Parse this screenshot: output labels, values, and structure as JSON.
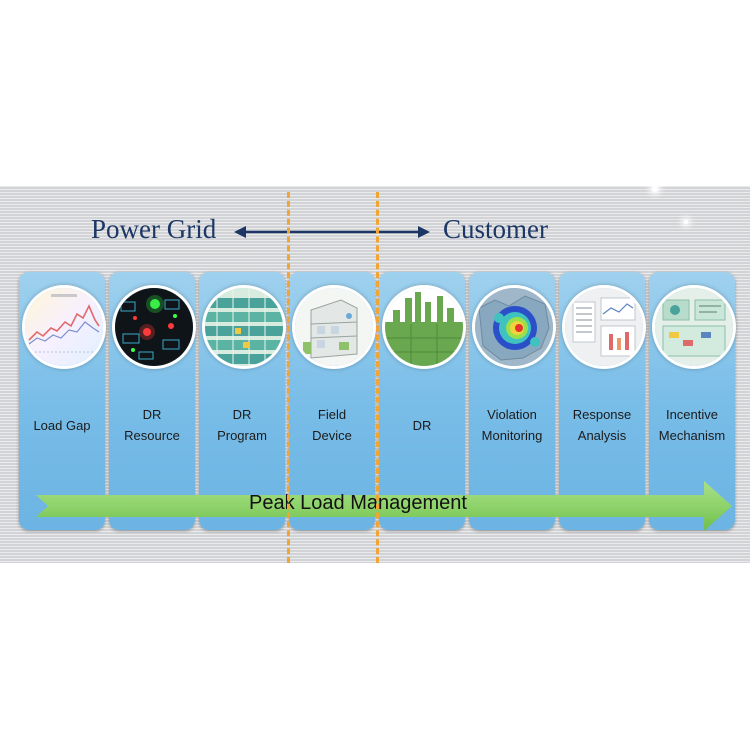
{
  "header": {
    "left_label": "Power Grid",
    "right_label": "Customer"
  },
  "panels": [
    {
      "id": "load-gap",
      "lines": [
        "Load Gap"
      ],
      "icon": "load-curve-chart-icon"
    },
    {
      "id": "dr-resource",
      "lines": [
        "DR",
        "Resource"
      ],
      "icon": "resource-map-icon"
    },
    {
      "id": "dr-program",
      "lines": [
        "DR",
        "Program"
      ],
      "icon": "program-schedule-icon"
    },
    {
      "id": "field-device",
      "lines": [
        "Field",
        "Device"
      ],
      "icon": "building-device-icon"
    },
    {
      "id": "dr",
      "lines": [
        "DR"
      ],
      "icon": "dr-bar-chart-icon"
    },
    {
      "id": "violation-monitoring",
      "lines": [
        "Violation",
        "Monitoring"
      ],
      "icon": "heatmap-icon"
    },
    {
      "id": "response-analysis",
      "lines": [
        "Response",
        "Analysis"
      ],
      "icon": "analysis-dashboard-icon"
    },
    {
      "id": "incentive-mechanism",
      "lines": [
        "Incentive",
        "Mechanism"
      ],
      "icon": "incentive-dashboard-icon"
    }
  ],
  "band": {
    "label": "Peak Load Management"
  },
  "colors": {
    "panel": "#79bde8",
    "band": "#8ed36b",
    "divider": "#f0a535",
    "header_text": "#1c3766"
  }
}
